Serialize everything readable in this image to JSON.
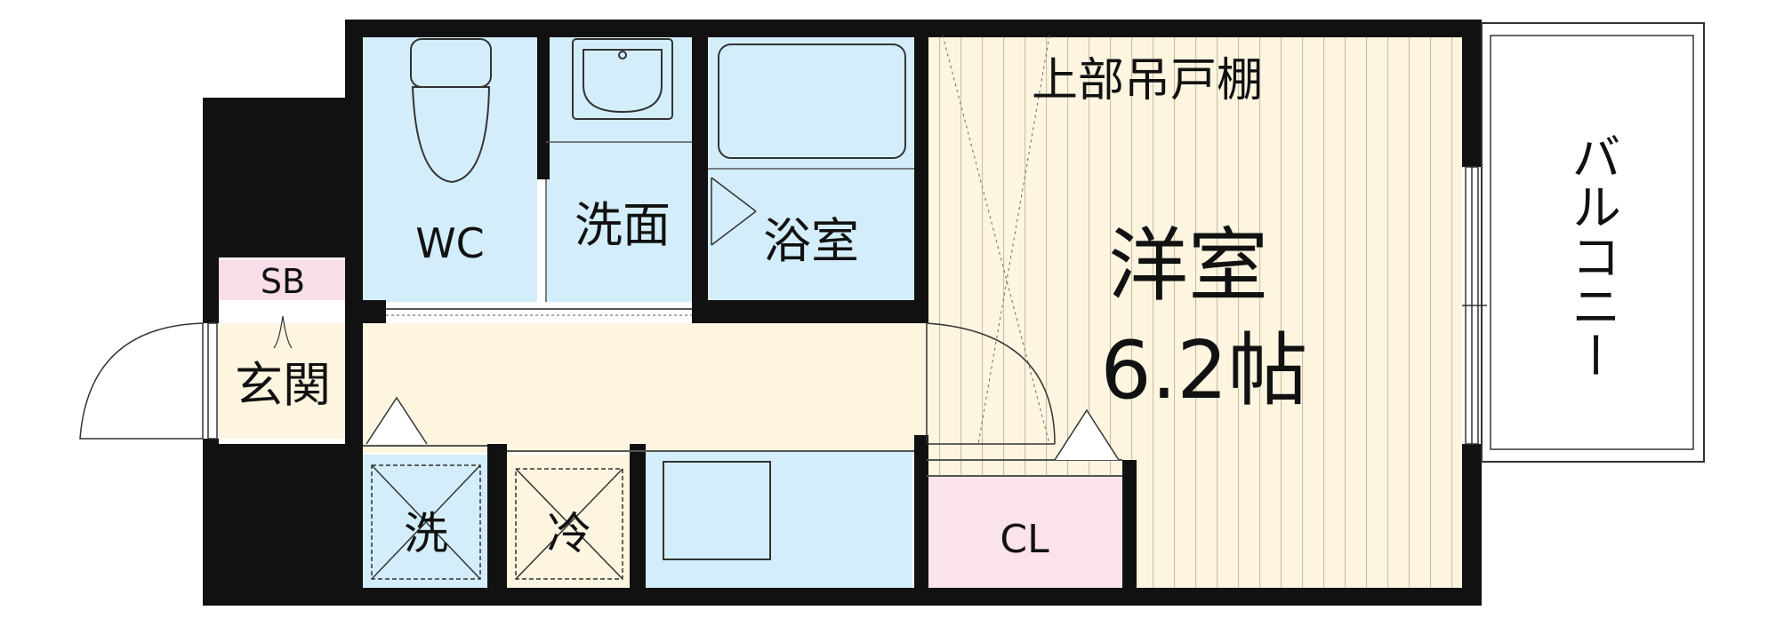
{
  "rooms": {
    "wc": "WC",
    "washroom": "洗面",
    "bathroom": "浴室",
    "western_room": "洋室",
    "western_room_size": "6.2帖",
    "upper_storage": "上部吊戸棚",
    "balcony": "バルコニー",
    "shoe_box": "SB",
    "entrance": "玄関",
    "washer": "洗",
    "fridge": "冷",
    "closet": "CL"
  },
  "colors": {
    "wet_area": "#d3eefa",
    "floor": "#fdf5e0",
    "closet": "#fbe3ec",
    "shoe_box": "#f9dde8",
    "wall": "#111111"
  }
}
